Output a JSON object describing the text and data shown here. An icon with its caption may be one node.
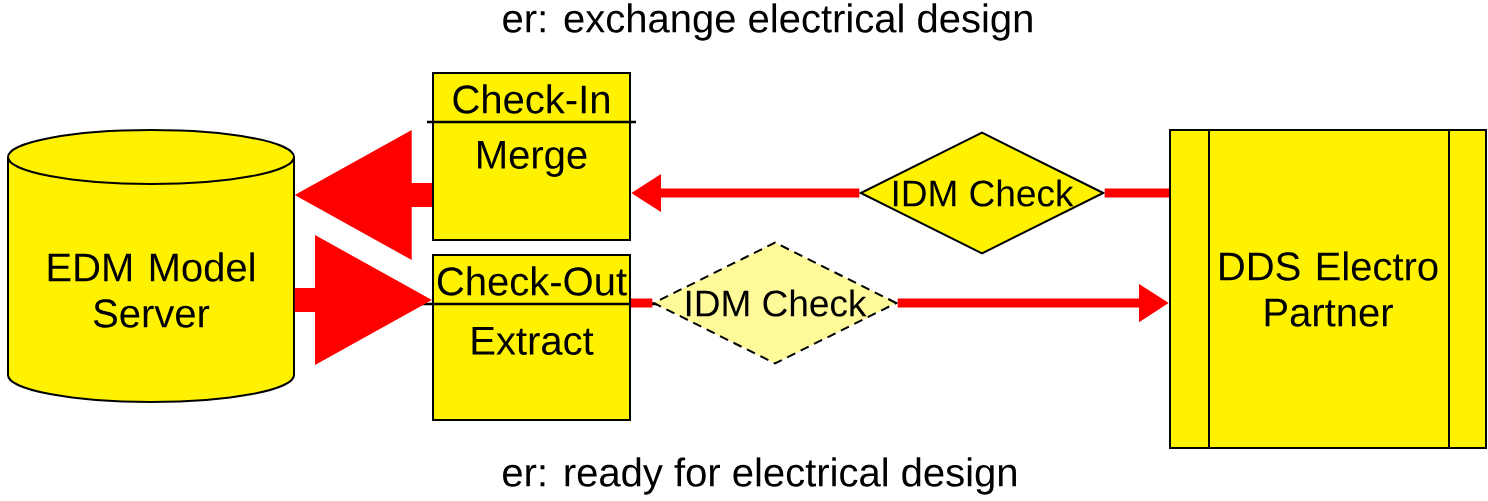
{
  "diagram": {
    "nodes": [
      {
        "text": [
          "EDM Model Server"
        ]
      },
      {
        "text": [
          "Check-In",
          "Merge"
        ]
      },
      {
        "text": [
          "Check-Out",
          "Extract"
        ]
      },
      {
        "text": [
          "IDM Check"
        ]
      },
      {
        "text": [
          "IDM Check"
        ]
      },
      {
        "text": [
          "DDS Electro Partner"
        ]
      }
    ],
    "edges": [
      {
        "from": 5,
        "to": 3,
        "arrow": "none"
      },
      {
        "from": 3,
        "to": 1,
        "arrow": "to"
      },
      {
        "from": 1,
        "to": 0,
        "arrow": "to",
        "style": "thick"
      },
      {
        "from": 0,
        "to": 2,
        "arrow": "to",
        "style": "thick"
      },
      {
        "from": 2,
        "to": 4,
        "arrow": "none"
      },
      {
        "from": 4,
        "to": 5,
        "arrow": "to"
      }
    ],
    "labels": [
      "er: exchange electrical design",
      "er: ready for electrical design"
    ]
  }
}
